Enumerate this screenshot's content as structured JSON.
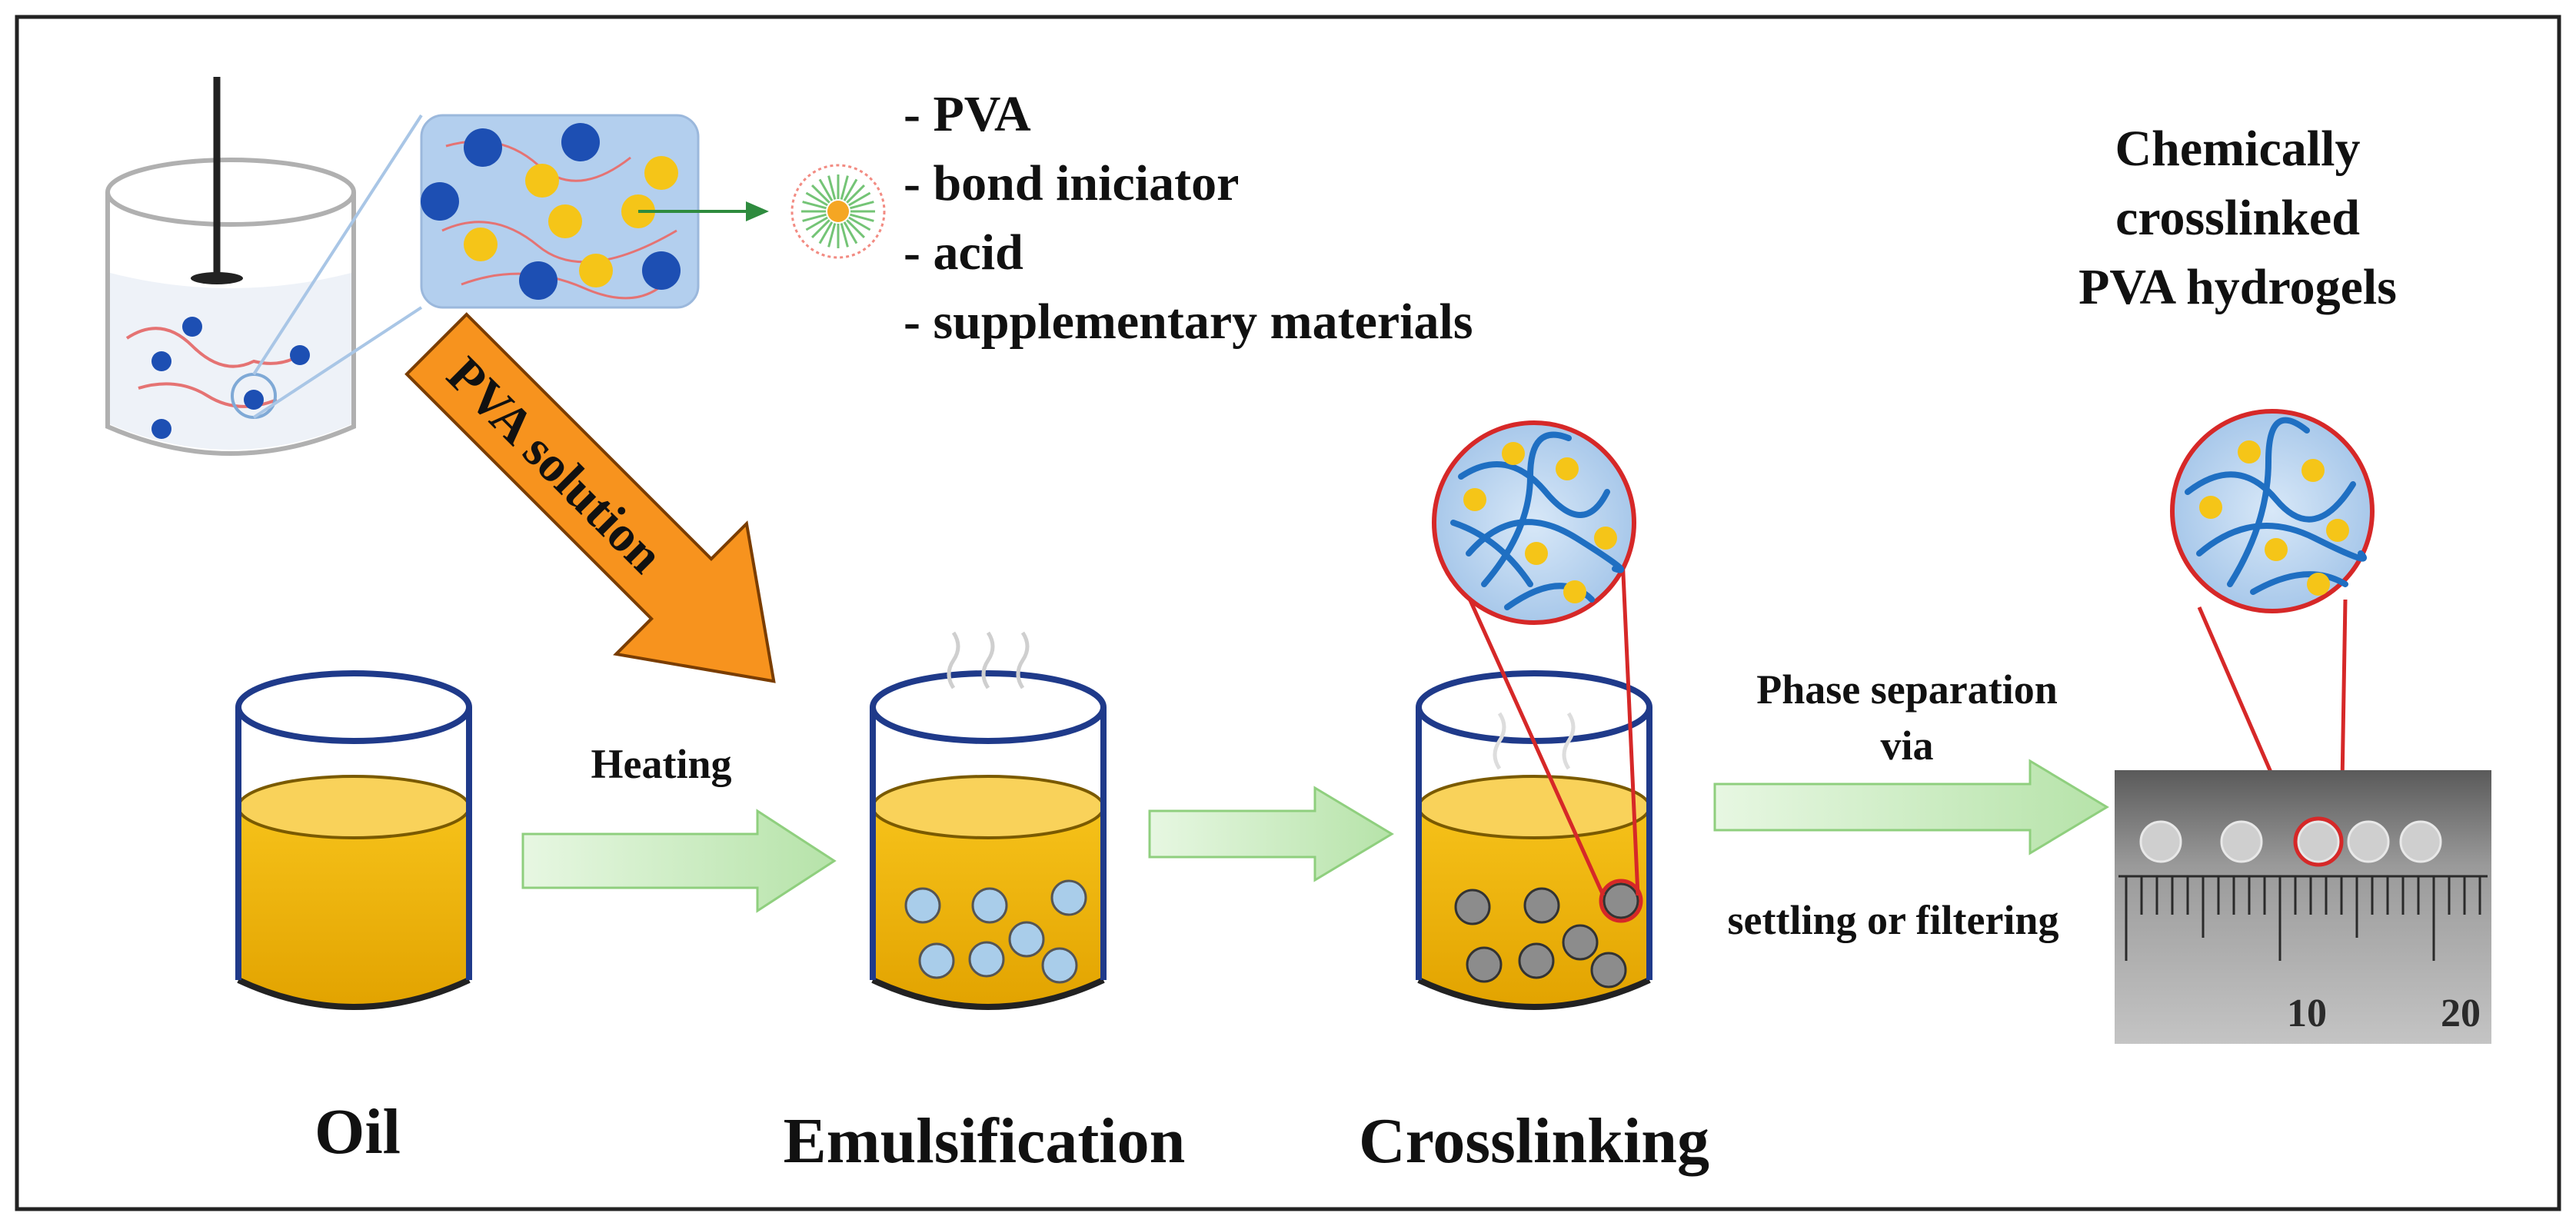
{
  "ingredients": {
    "items": [
      "- PVA",
      "- bond iniciator",
      "- acid",
      "- supplementary materials"
    ]
  },
  "solution_arrow": {
    "label": "PVA solution"
  },
  "steps": {
    "heating_label": "Heating",
    "separation_label_top": [
      "Phase separation",
      "via"
    ],
    "separation_label_bottom": "settling or filtering"
  },
  "stages": {
    "oil": "Oil",
    "emulsification": "Emulsification",
    "crosslinking": "Crosslinking"
  },
  "product": {
    "title": [
      "Chemically",
      "crosslinked",
      "PVA hydrogels"
    ]
  },
  "ruler": {
    "tick_labels": [
      "10",
      "20"
    ]
  },
  "colors": {
    "oil": "#f2b705",
    "oil_dark": "#c88a00",
    "beaker_outline": "#1f3a8a",
    "droplet": "#a9cdea",
    "crosslinked_droplet": "#8c8c8c",
    "arrow_green": "#c9ecc1",
    "arrow_orange": "#f7931e",
    "zoom_red": "#d62828",
    "network_blue": "#1f6fc2",
    "dot_yellow": "#f5c518"
  }
}
